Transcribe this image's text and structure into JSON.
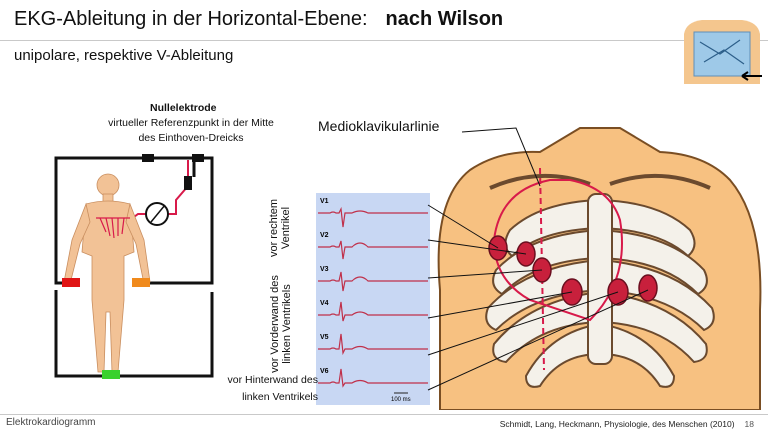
{
  "header": {
    "title_main": "EKG-Ableitung in der Horizontal-Ebene:",
    "title_bold": "nach Wilson",
    "subtitle": "unipolare, respektive V-Ableitung"
  },
  "left_diagram": {
    "null_title": "Nullelektrode",
    "null_desc": "virtueller Referenzpunkt in der Mitte des Einthoven-Dreicks",
    "electrode_colors": {
      "red": "#e01515",
      "orange": "#f08a1c",
      "green": "#39d12e",
      "black": "#111111"
    }
  },
  "ecg_panel": {
    "leads": [
      "V1",
      "V2",
      "V3",
      "V4",
      "V5",
      "V6"
    ],
    "scale_label": "100 ms",
    "background": "#c8d7f3",
    "trace_color": "#c0304a"
  },
  "side_labels": {
    "right_ventricle": "vor rechtem Ventrikel",
    "front_wall": "vor Vorderwand des linken Ventrikels",
    "back_wall": "vor Hinterwand des linken Ventrikels"
  },
  "chest": {
    "midclavicular_label": "Medioklavikularlinie",
    "skin_color": "#f7c181",
    "electrode_color": "#c8203c"
  },
  "footer": {
    "left": "Elektrokardiogramm",
    "citation": "Schmidt, Lang, Heckmann, Physiologie, des Menschen (2010)",
    "page": "18"
  }
}
